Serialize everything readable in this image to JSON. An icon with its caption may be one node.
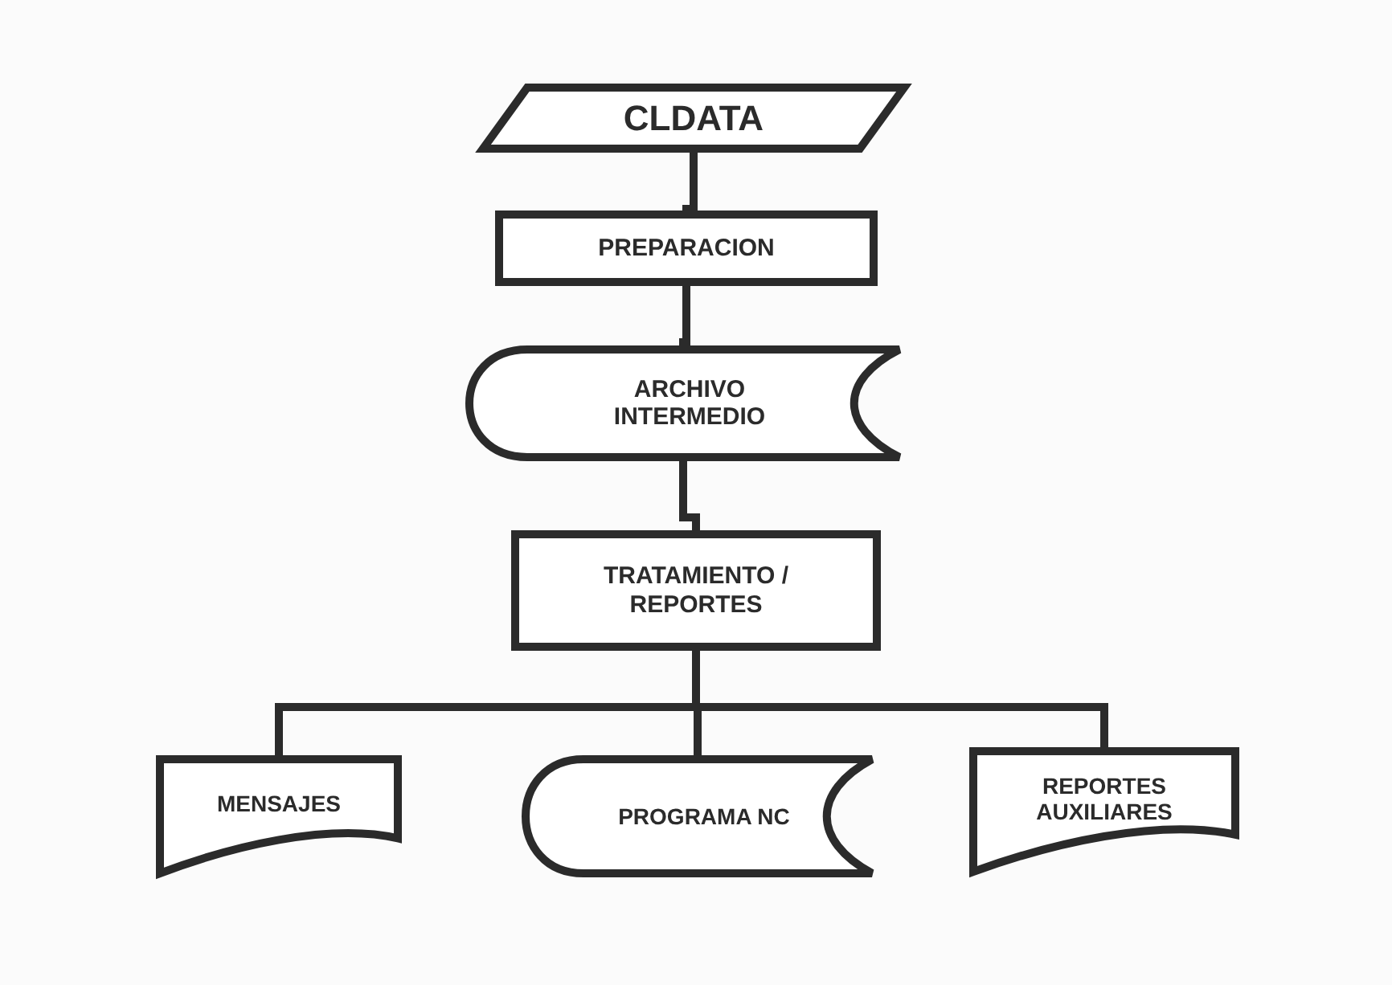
{
  "diagram": {
    "nodes": [
      {
        "text": [
          "CLDATA"
        ]
      },
      {
        "text": [
          "PREPARACION"
        ]
      },
      {
        "text": [
          "ARCHIVO INTERMEDIO"
        ]
      },
      {
        "text": [
          "TRATAMIENTO / REPORTES"
        ]
      },
      {
        "text": [
          "MENSAJES"
        ]
      },
      {
        "text": [
          "PROGRAMA NC"
        ]
      },
      {
        "text": [
          "REPORTES AUXILIARES"
        ]
      }
    ],
    "edges": [
      {
        "from": 0,
        "to": 1,
        "arrow": "none"
      },
      {
        "from": 1,
        "to": 2,
        "arrow": "none"
      },
      {
        "from": 2,
        "to": 3,
        "arrow": "none"
      },
      {
        "from": 3,
        "to": 4,
        "arrow": "none"
      },
      {
        "from": 3,
        "to": 5,
        "arrow": "none"
      },
      {
        "from": 3,
        "to": 6,
        "arrow": "none"
      }
    ]
  }
}
